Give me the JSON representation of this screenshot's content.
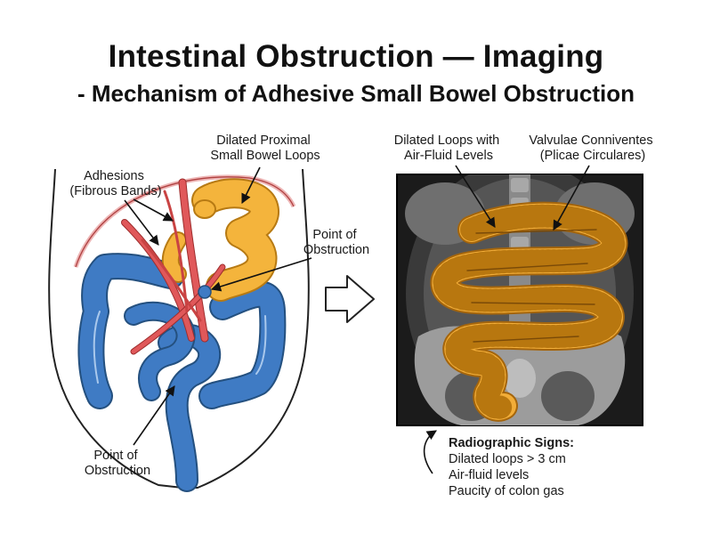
{
  "title": "Intestinal Obstruction — Imaging",
  "subtitle": "- Mechanism of Adhesive Small Bowel Obstruction",
  "left_panel": {
    "labels": {
      "dilated_proximal": [
        "Dilated Proximal",
        "Small Bowel Loops"
      ],
      "adhesions": [
        "Adhesions",
        "(Fibrous Bands)"
      ],
      "point_right": [
        "Point of",
        "Obstruction"
      ],
      "point_bottom": [
        "Point of",
        "Obstruction"
      ]
    }
  },
  "right_panel": {
    "labels": {
      "dilated_loops": [
        "Dilated Loops with",
        "Air-Fluid Levels"
      ],
      "valvulae": [
        "Valvulae Conniventes",
        "(Plicae Circulares)"
      ]
    },
    "signs": {
      "heading": "Radiographic Signs:",
      "items": [
        "Dilated loops > 3 cm",
        "Air-fluid levels",
        "Paucity of colon gas"
      ]
    }
  },
  "colors": {
    "small_bowel": "#f4b43c",
    "colon": "#3f7bc4",
    "adhesion": "#e0585a",
    "xray_bg": "#1b1b1b"
  }
}
